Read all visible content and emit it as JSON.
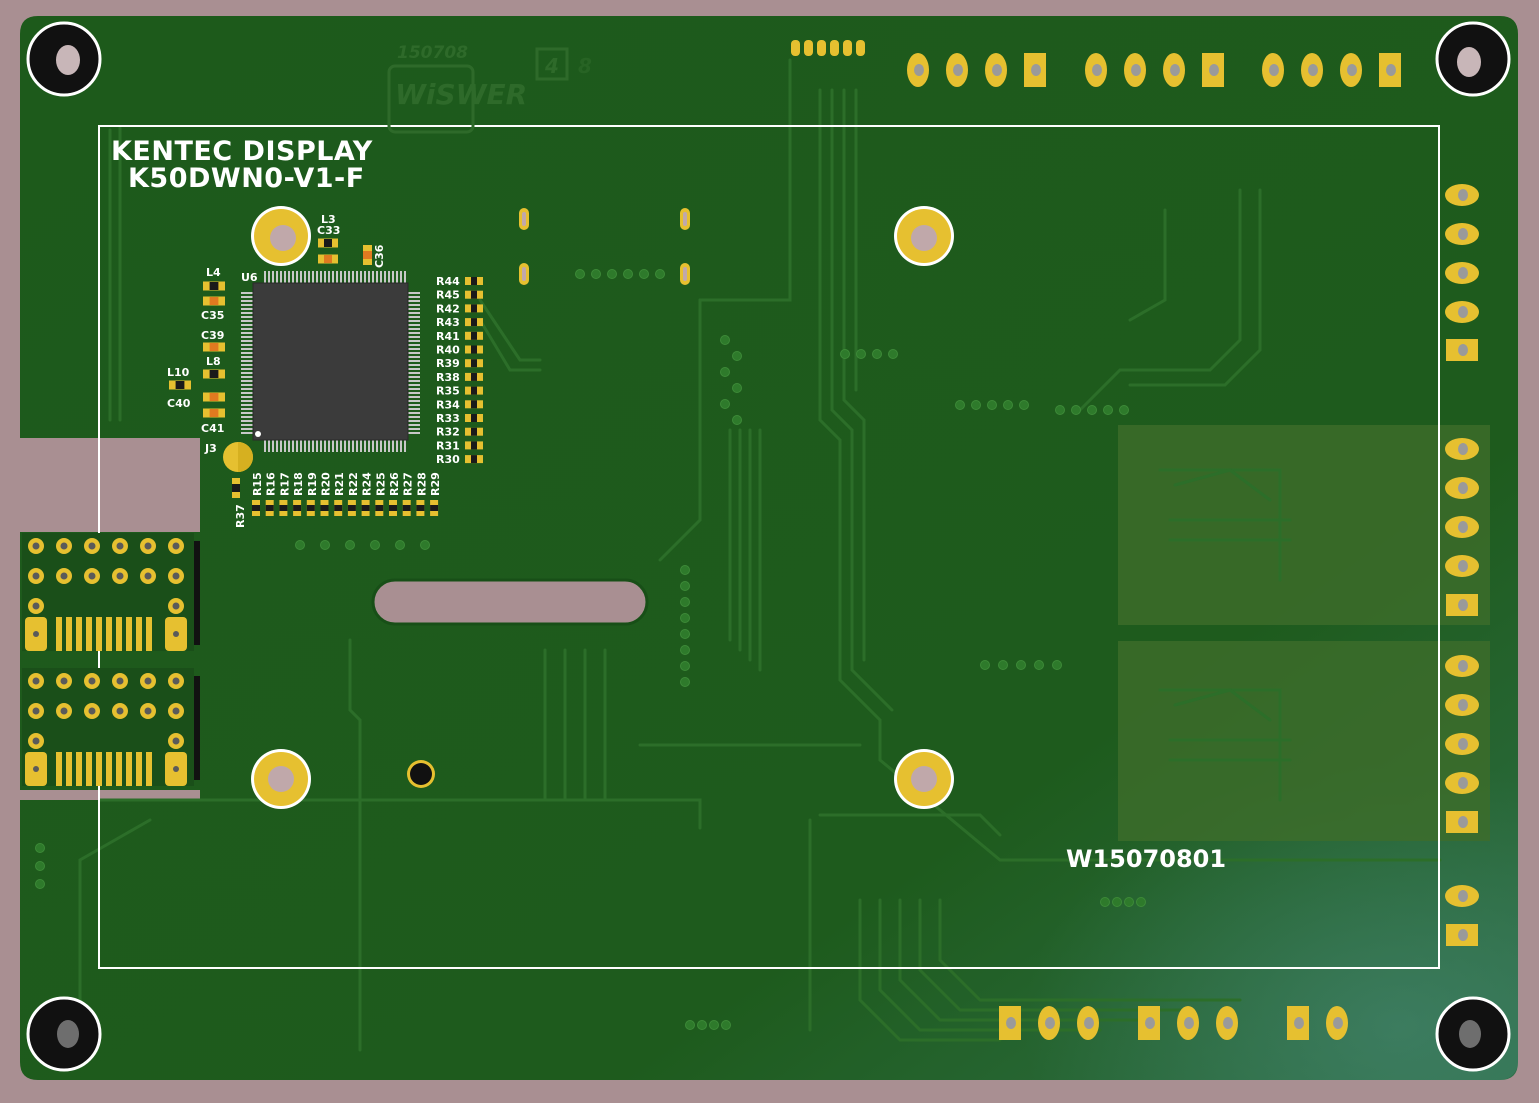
{
  "board": {
    "title_line1": "KENTEC DISPLAY",
    "title_line2": "K50DWN0-V1-F",
    "serial": "W15070801",
    "copper_date": "150708",
    "copper_logo": "WiSWER",
    "layer_marker_1": "4",
    "layer_marker_2": "8",
    "colors": {
      "background": "#a98f92",
      "soldermask": "#1e5a1c",
      "trace": "#2a6c27",
      "pad_gold": "#e6c030",
      "silkscreen": "#ffffff",
      "chip_body": "#3a3a3a"
    }
  },
  "components": {
    "ic": "U6",
    "connector": "J3",
    "left_column": [
      "L4",
      "C35",
      "C39",
      "L8",
      "L10",
      "C40",
      "C41"
    ],
    "top": [
      "L3",
      "C33",
      "C36"
    ],
    "right_resistors": [
      "R44",
      "R45",
      "R42",
      "R43",
      "R41",
      "R40",
      "R39",
      "R38",
      "R35",
      "R34",
      "R33",
      "R32",
      "R31",
      "R30"
    ],
    "bottom_resistors": [
      "R15",
      "R16",
      "R17",
      "R18",
      "R19",
      "R20",
      "R21",
      "R22",
      "R24",
      "R25",
      "R26",
      "R27",
      "R28",
      "R29"
    ],
    "misc": [
      "R37"
    ]
  }
}
